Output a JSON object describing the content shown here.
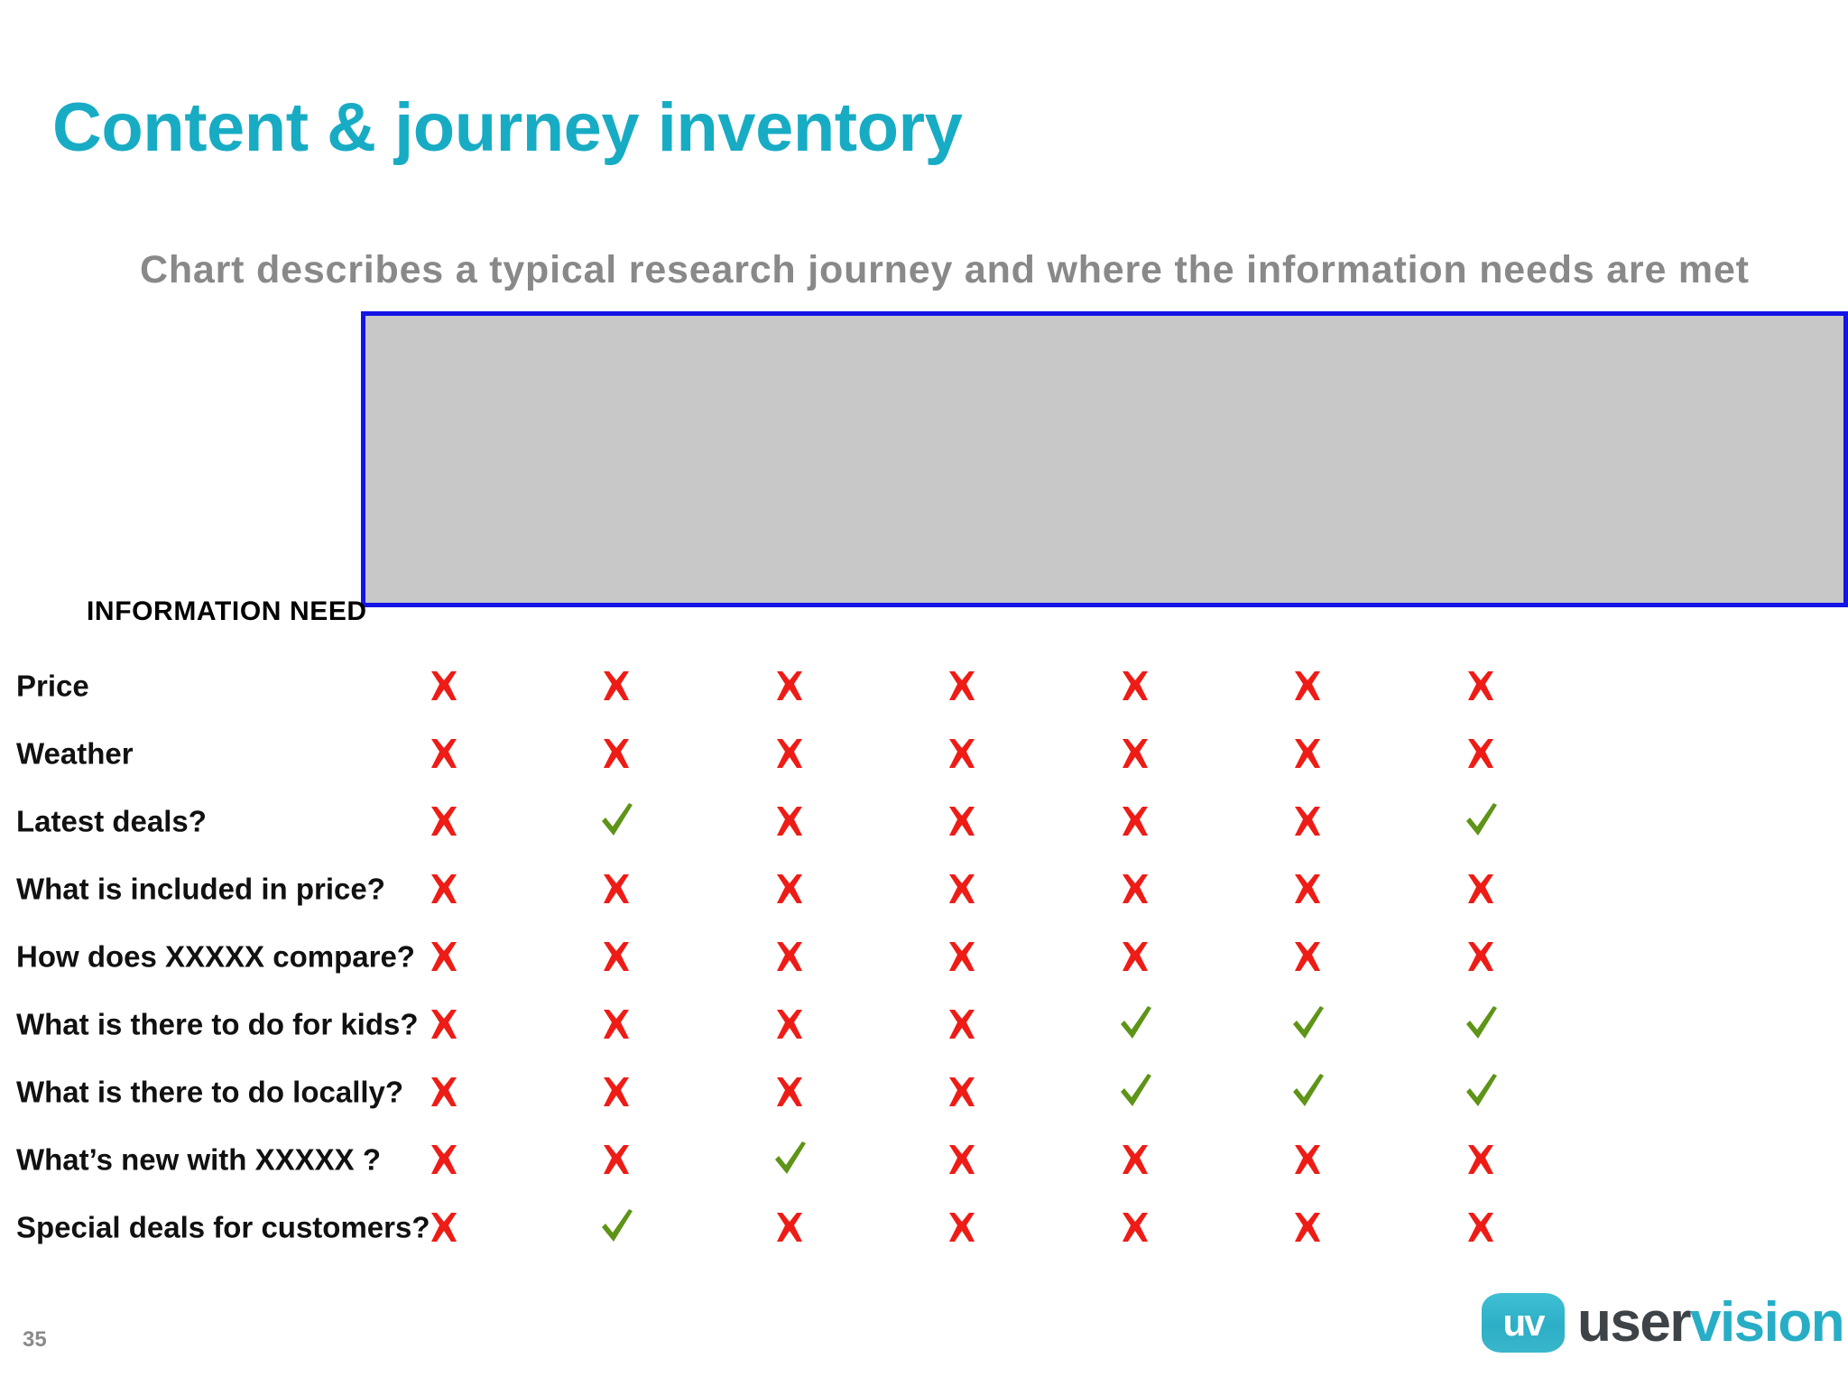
{
  "slide": {
    "title": "Content & journey inventory",
    "subtitle": "Chart describes a typical research journey and where the information needs are met",
    "page_number": "35",
    "colors": {
      "title_teal": "#18ACC4",
      "subtitle_gray": "#898989",
      "panel_fill": "#c8c8c8",
      "panel_border_blue": "#1414E6",
      "cross_red": "#EE1C16",
      "check_green": "#5E9417",
      "logo_teal": "#27AEC6",
      "logo_dark": "#3E4347"
    }
  },
  "journey_panel": {
    "name": "journey-diagram-placeholder",
    "description": ""
  },
  "matrix": {
    "row_header_label": "INFORMATION NEED",
    "column_count": 7,
    "mark_icons": {
      "yes": "check-icon",
      "no": "cross-icon"
    },
    "rows": [
      {
        "label": "Price",
        "cells": [
          "no",
          "no",
          "no",
          "no",
          "no",
          "no",
          "no"
        ]
      },
      {
        "label": "Weather",
        "cells": [
          "no",
          "no",
          "no",
          "no",
          "no",
          "no",
          "no"
        ]
      },
      {
        "label": "Latest deals?",
        "cells": [
          "no",
          "yes",
          "no",
          "no",
          "no",
          "no",
          "yes"
        ]
      },
      {
        "label": "What is included in price?",
        "cells": [
          "no",
          "no",
          "no",
          "no",
          "no",
          "no",
          "no"
        ]
      },
      {
        "label": "How does XXXXX compare?",
        "cells": [
          "no",
          "no",
          "no",
          "no",
          "no",
          "no",
          "no"
        ]
      },
      {
        "label": "What is there to do for kids?",
        "cells": [
          "no",
          "no",
          "no",
          "no",
          "yes",
          "yes",
          "yes"
        ]
      },
      {
        "label": "What is there to do locally?",
        "cells": [
          "no",
          "no",
          "no",
          "no",
          "yes",
          "yes",
          "yes"
        ]
      },
      {
        "label": "What’s new with XXXXX ?",
        "cells": [
          "no",
          "no",
          "yes",
          "no",
          "no",
          "no",
          "no"
        ]
      },
      {
        "label": "Special deals for customers?",
        "cells": [
          "no",
          "yes",
          "no",
          "no",
          "no",
          "no",
          "no"
        ]
      }
    ]
  },
  "logo": {
    "mark_text": "uv",
    "word_part_1": "user",
    "word_part_2": "vision"
  }
}
